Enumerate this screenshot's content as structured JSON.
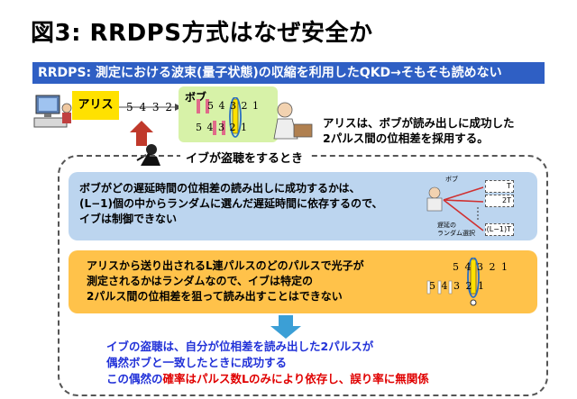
{
  "title": "図3: RRDPS方式はなぜ安全か",
  "banner": "RRDPS: 測定における波束(量子状態)の収縮を利用したQKD→そもそも読めない",
  "alice": {
    "label": "アリス",
    "sequence": "5 4 3 2 1"
  },
  "bob": {
    "label": "ボブ",
    "sequence_top": "5 4 3 2 1",
    "sequence_bottom": "5 4 3 2 1"
  },
  "alice_note": [
    "アリスは、ボブが読み出しに成功した",
    "2パルス間の位相差を採用する。"
  ],
  "eve_title": "イブが盗聴をするとき",
  "box1": {
    "lines": [
      "ボブがどの遅延時間の位相差の読み出しに成功するかは、",
      "(L−1)個の中からランダムに選んだ遅延時間に依存するので、",
      "イブは制御できない"
    ],
    "bob_label": "ボブ",
    "delay_label_1": "遅延の",
    "delay_label_2": "ランダム選択",
    "delays": [
      "T",
      "2T",
      "(L−1)T"
    ]
  },
  "box2": {
    "lines": [
      "アリスから送り出されるL連パルスのどのパルスで光子が",
      "測定されるかはランダムなので、イブは特定の",
      "2パルス間の位相差を狙って読み出すことはできない"
    ],
    "sequence_top": "5 4 3 2 1",
    "sequence_bottom": "5 4 3 2 1"
  },
  "conclusion": {
    "line1": "イブの盗聴は、自分が位相差を読み出した2パルスが",
    "line2": "偶然ボブと一致したときに成功する",
    "line3_prefix": "この偶然の",
    "line3_highlight": "確率はパルス数Lのみにより依存し、誤り率に無関係"
  },
  "colors": {
    "banner": "#2f5fc4",
    "alice_box": "#ffe100",
    "bob_box": "#d7f2a8",
    "box1": "#bcd5ef",
    "box2": "#ffc24a",
    "arrow_up": "#c0392b",
    "arrow_down": "#3b9fd6",
    "conclusion_blue": "#2232d8",
    "conclusion_red": "#e00000"
  }
}
